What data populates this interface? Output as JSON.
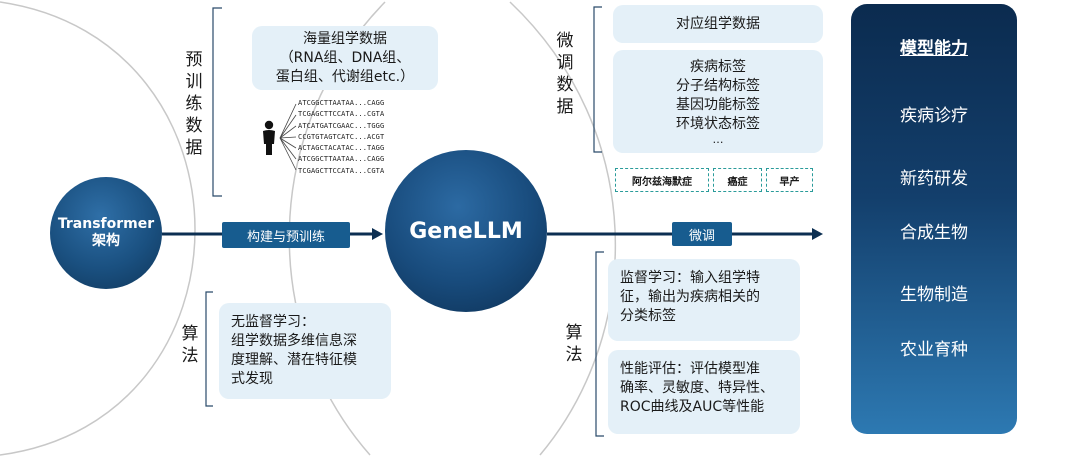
{
  "left_circle": {
    "line1": "Transformer",
    "line2": "架构"
  },
  "center_circle": {
    "label": "GeneLLM"
  },
  "arrows": {
    "build_train": "构建与预训练",
    "finetune": "微调"
  },
  "pretrain": {
    "label": "预训练数据",
    "box_lines": [
      "海量组学数据",
      "（RNA组、DNA组、",
      "蛋白组、代谢组etc.）"
    ],
    "sequences": [
      "ATCGGCTTAATAA...CAGG",
      "TCGAGCTTCCATA...CGTA",
      "ATCATGATCGAAC...TGGG",
      "CCGTGTAGTCATC...ACGT",
      "ACTAGCTACATAC...TAGG",
      "ATCGGCTTAATAA...CAGG",
      "TCGAGCTTCCATA...CGTA"
    ]
  },
  "algo_left": {
    "label": "算法",
    "box_lines": [
      "无监督学习：",
      "组学数据多维信息深",
      "度理解、潜在特征模",
      "式发现"
    ]
  },
  "finetune_data": {
    "label": "微调数据",
    "box1": "对应组学数据",
    "box2_lines": [
      "疾病标签",
      "分子结构标签",
      "基因功能标签",
      "环境状态标签",
      "…"
    ],
    "tags": [
      "阿尔兹海默症",
      "癌症",
      "早产"
    ]
  },
  "algo_right": {
    "label": "算法",
    "box1_lines": [
      "监督学习：输入组学特",
      "征，输出为疾病相关的",
      "分类标签"
    ],
    "box2_lines": [
      "性能评估：评估模型准",
      "确率、灵敏度、特异性、",
      "ROC曲线及AUC等性能"
    ]
  },
  "capabilities": {
    "title": "模型能力",
    "items": [
      "疾病诊疗",
      "新药研发",
      "合成生物",
      "生物制造",
      "农业育种"
    ]
  },
  "colors": {
    "navy": "#0f3558",
    "arrow": "#0c2f52",
    "pill": "#175c8f",
    "box": "#e4f0f8",
    "dashed": "#2a9b9a"
  }
}
